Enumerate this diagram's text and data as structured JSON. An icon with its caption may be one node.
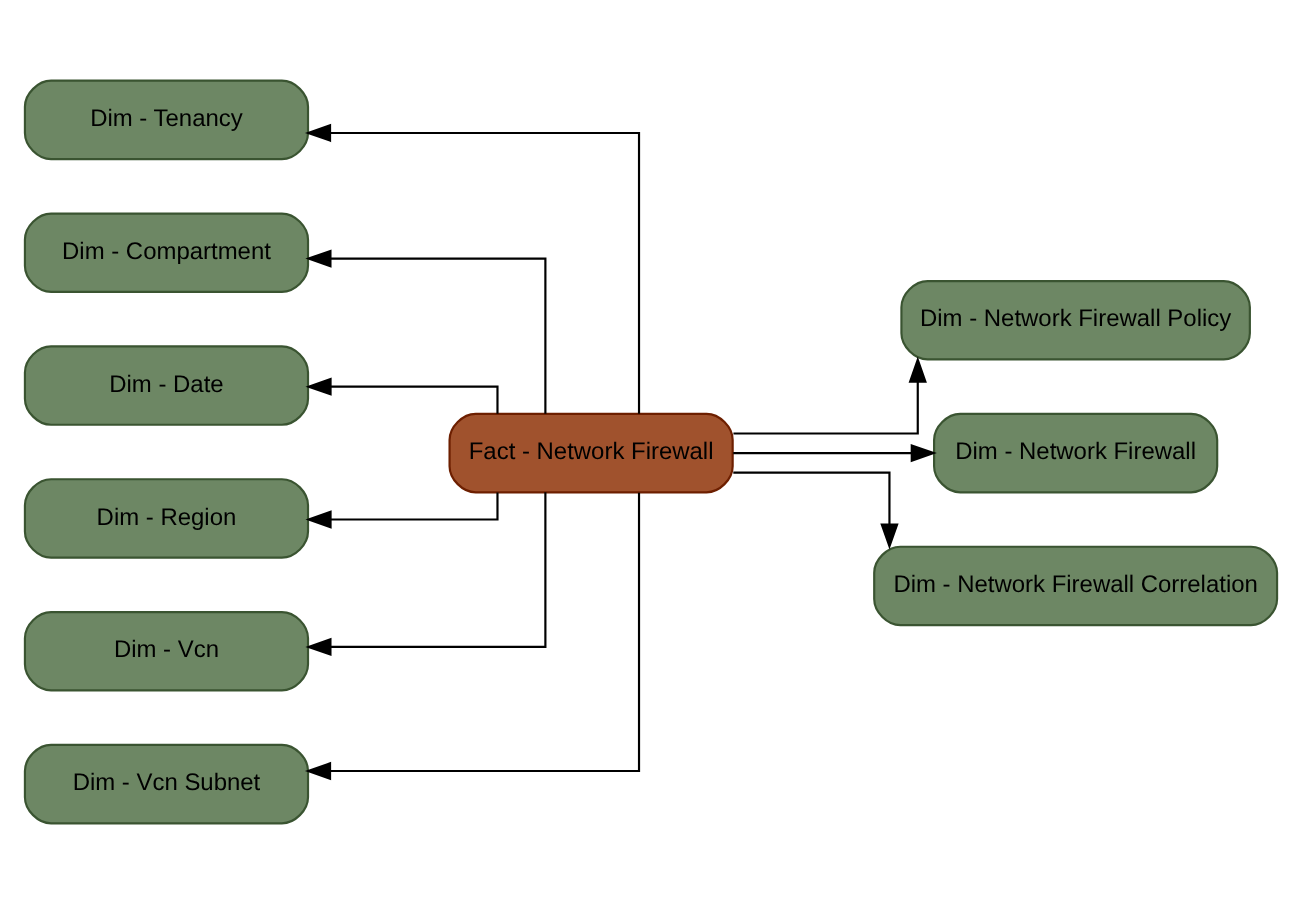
{
  "diagram": {
    "nodes": [
      {
        "text": [
          "Fact - Network Firewall"
        ]
      },
      {
        "text": [
          "Dim - Tenancy"
        ]
      },
      {
        "text": [
          "Dim - Compartment"
        ]
      },
      {
        "text": [
          "Dim - Date"
        ]
      },
      {
        "text": [
          "Dim - Region"
        ]
      },
      {
        "text": [
          "Dim - Vcn"
        ]
      },
      {
        "text": [
          "Dim - Vcn Subnet"
        ]
      },
      {
        "text": [
          "Dim - Network Firewall Policy"
        ]
      },
      {
        "text": [
          "Dim - Network Firewall"
        ]
      },
      {
        "text": [
          "Dim - Network Firewall Correlation"
        ]
      }
    ],
    "edges": [
      {
        "from": 0,
        "to": 1,
        "arrow": "to"
      },
      {
        "from": 0,
        "to": 2,
        "arrow": "to"
      },
      {
        "from": 0,
        "to": 3,
        "arrow": "to"
      },
      {
        "from": 0,
        "to": 4,
        "arrow": "to"
      },
      {
        "from": 0,
        "to": 5,
        "arrow": "to"
      },
      {
        "from": 0,
        "to": 6,
        "arrow": "to"
      },
      {
        "from": 0,
        "to": 7,
        "arrow": "to"
      },
      {
        "from": 0,
        "to": 8,
        "arrow": "to"
      },
      {
        "from": 0,
        "to": 9,
        "arrow": "to"
      }
    ]
  }
}
